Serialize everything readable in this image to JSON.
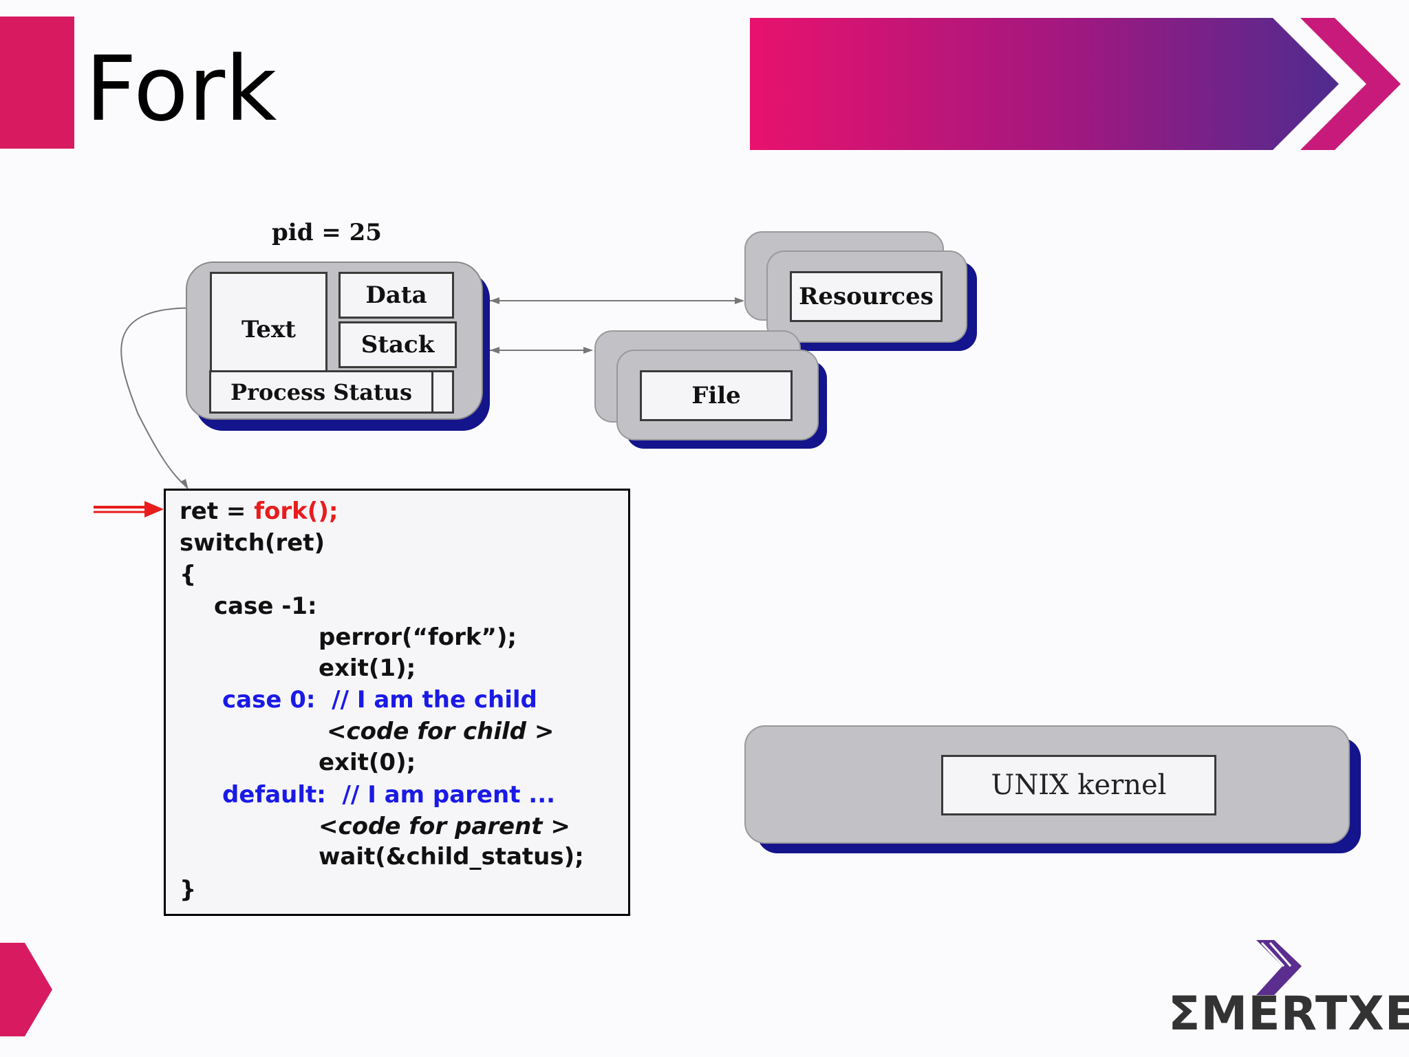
{
  "slide": {
    "title": "Fork"
  },
  "diagram": {
    "pid_label": "pid = 25",
    "process": {
      "text": "Text",
      "data": "Data",
      "stack": "Stack",
      "process_status": "Process Status"
    },
    "resources": "Resources",
    "file": "File",
    "kernel": "UNIX kernel"
  },
  "code": {
    "line1_a": "ret = ",
    "line1_b": "fork();",
    "line2": "switch(ret)",
    "line3": "{",
    "line4": "case -1:",
    "line5": "perror(“fork”);",
    "line6": "exit(1);",
    "line7": "case 0:  // I am the child",
    "line8": "<code for child >",
    "line9": "exit(0);",
    "line10": "default:  // I am parent ...",
    "line11": "<code for parent >",
    "line12": "wait(&child_status);",
    "line13": "}"
  },
  "logo": {
    "text": "ΣMERTXE"
  },
  "colors": {
    "accent_pink": "#d81b60",
    "accent_purple": "#5b2d8e",
    "box_gray": "#c2c2c6",
    "shadow_navy": "#14148c",
    "highlight_red": "#e81c1c",
    "comment_blue": "#1a1ae6"
  }
}
